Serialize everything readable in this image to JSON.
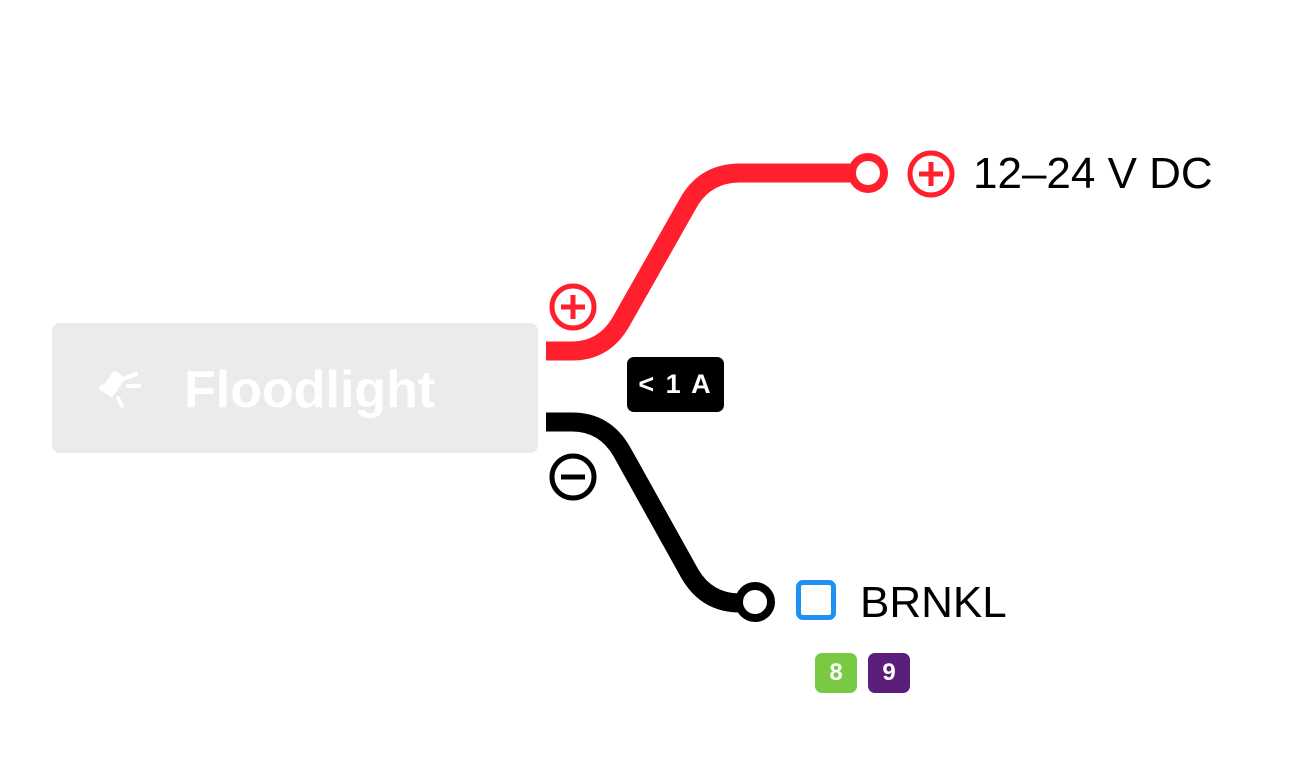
{
  "device": {
    "label": "Floodlight",
    "icon": "floodlight-icon"
  },
  "current": {
    "label": "< 1 A"
  },
  "power": {
    "label": "12–24 V DC",
    "polarity_icon": "plus-circle-icon"
  },
  "ground": {
    "label": "BRNKL",
    "icon": "square-outline-icon",
    "polarity_icon": "minus-circle-icon"
  },
  "pins": [
    {
      "label": "8",
      "color": "#7ac943"
    },
    {
      "label": "9",
      "color": "#5b1e7a"
    }
  ],
  "colors": {
    "positive_wire": "#ff1f2d",
    "negative_wire": "#000000",
    "device_box": "#ebebeb",
    "brnkl_square": "#1e90f0"
  }
}
